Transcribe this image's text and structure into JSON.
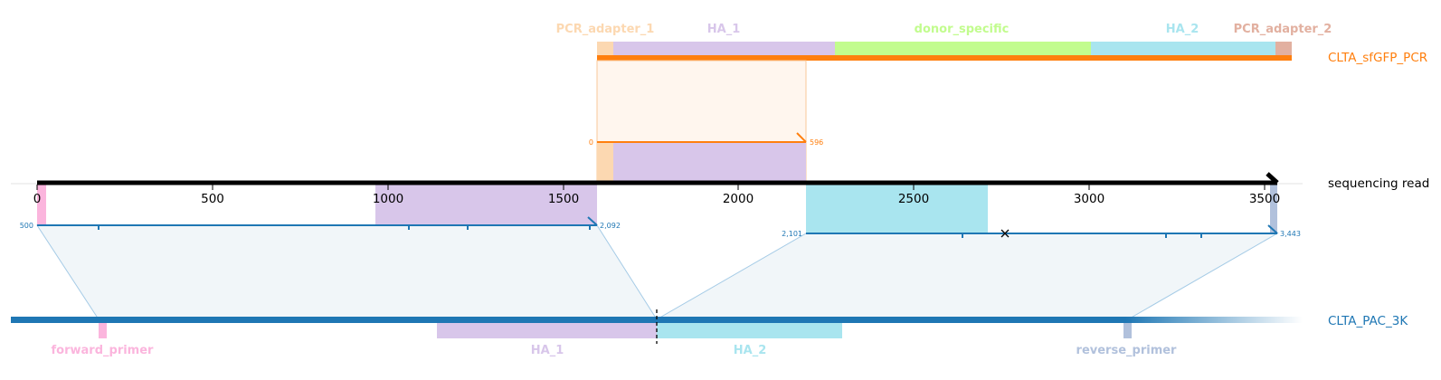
{
  "colors": {
    "pcr_ref": "#ff7f0e",
    "target_ref": "#1f77b4",
    "read": "#000000",
    "pcr_adapter_1": "#fcd8b1",
    "pcr_adapter_2": "#e2b0a0",
    "ha_1": "#d8c6ea",
    "ha_2": "#a9e5ef",
    "donor_specific": "#c2fc8e",
    "forward_primer": "#fbb5dd",
    "reverse_primer": "#b1c1dc"
  },
  "references": {
    "pcr": {
      "name": "CLTA_sfGFP_PCR"
    },
    "target": {
      "name": "CLTA_PAC_3K"
    },
    "read": {
      "name": "sequencing read"
    }
  },
  "pcr_features": {
    "pcr_adapter_1": "PCR_adapter_1",
    "ha_1": "HA_1",
    "donor_specific": "donor_specific",
    "ha_2": "HA_2",
    "pcr_adapter_2": "PCR_adapter_2"
  },
  "target_features": {
    "forward_primer": "forward_primer",
    "ha_1": "HA_1",
    "ha_2": "HA_2",
    "reverse_primer": "reverse_primer"
  },
  "read_axis": {
    "ticks": [
      "0",
      "500",
      "1000",
      "1500",
      "2000",
      "2500",
      "3000",
      "3500"
    ]
  },
  "alignments": {
    "pcr": {
      "start_label": "0",
      "end_label": "596"
    },
    "target_1": {
      "start_label": "500",
      "end_label": "2,092"
    },
    "target_2": {
      "start_label": "2,101",
      "end_label": "3,443"
    }
  }
}
